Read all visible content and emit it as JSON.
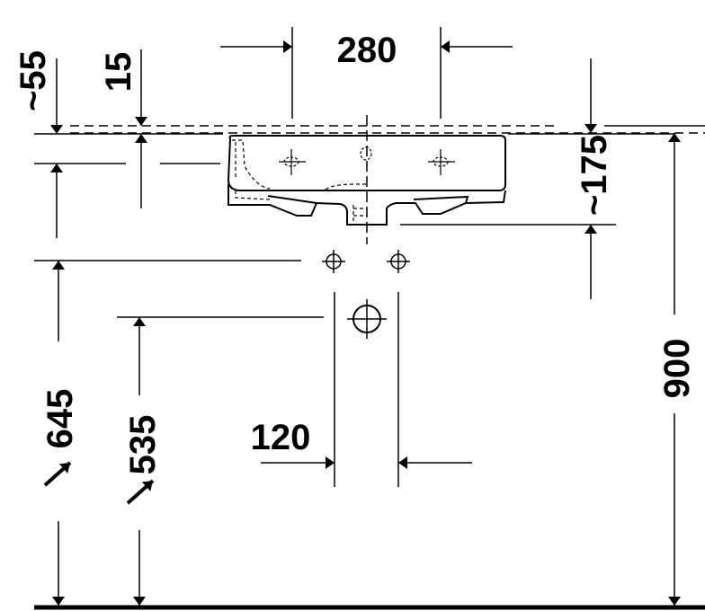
{
  "dimensions": {
    "top_width": "280",
    "overhang": "~55",
    "rim": "15",
    "depth": "~175",
    "height_645": "645",
    "height_535": "535",
    "height_900": "900",
    "spacing_120": "120"
  },
  "colors": {
    "line": "#000000",
    "background": "#ffffff"
  }
}
